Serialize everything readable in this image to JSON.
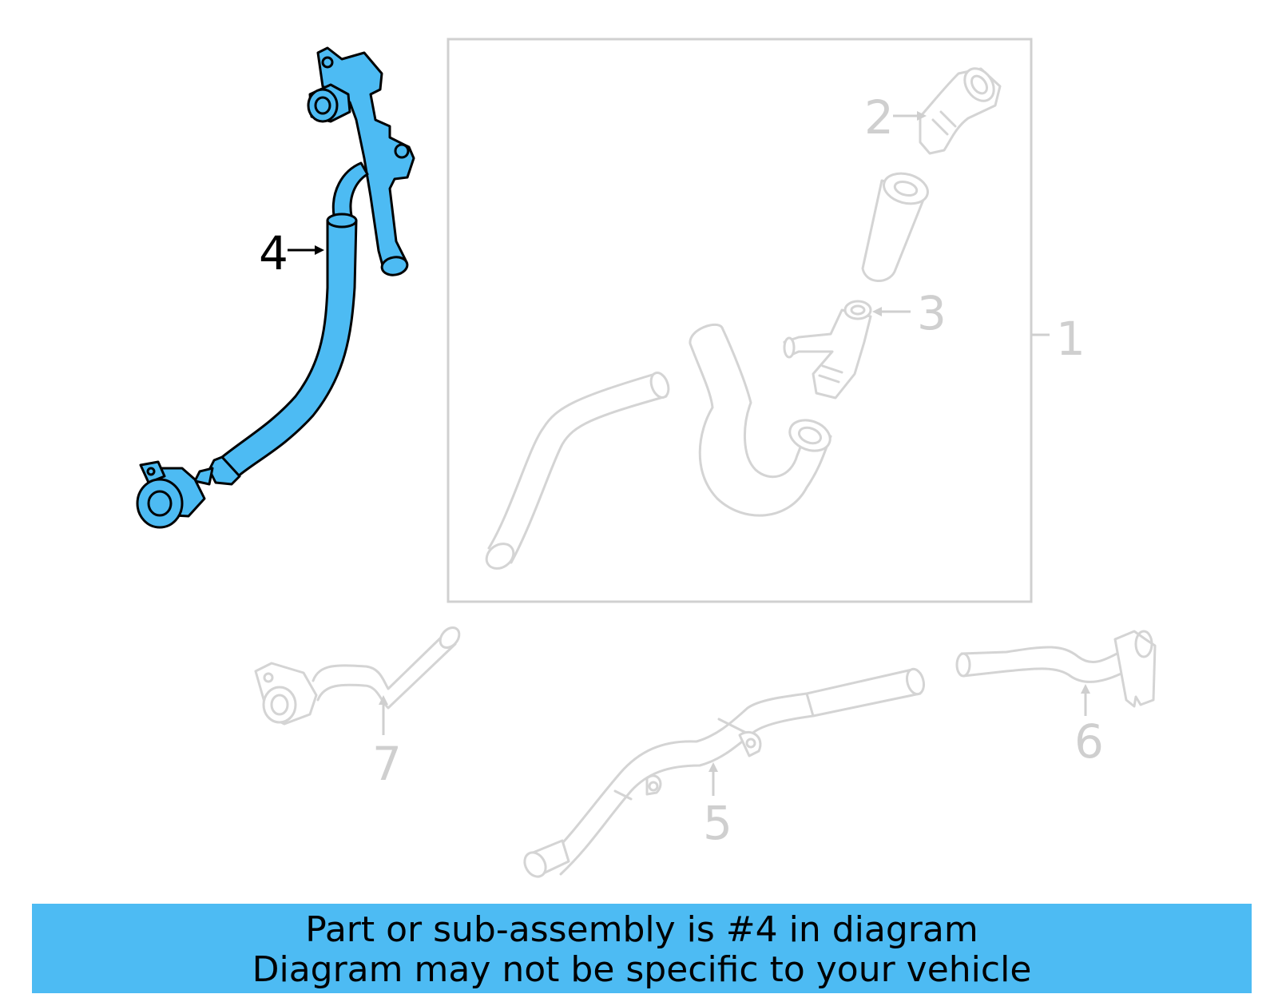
{
  "diagram": {
    "callouts": [
      {
        "id": "1",
        "label": "1",
        "highlighted": false
      },
      {
        "id": "2",
        "label": "2",
        "highlighted": false
      },
      {
        "id": "3",
        "label": "3",
        "highlighted": false
      },
      {
        "id": "4",
        "label": "4",
        "highlighted": true
      },
      {
        "id": "5",
        "label": "5",
        "highlighted": false
      },
      {
        "id": "6",
        "label": "6",
        "highlighted": false
      },
      {
        "id": "7",
        "label": "7",
        "highlighted": false
      }
    ],
    "colors": {
      "highlight": "#4dbbf3",
      "inactive": "#d4d4d4",
      "outline": "#000000"
    }
  },
  "banner": {
    "line1": "Part or sub-assembly is #4 in diagram",
    "line2": "Diagram may not be specific to your vehicle",
    "background": "#4dbbf3"
  }
}
